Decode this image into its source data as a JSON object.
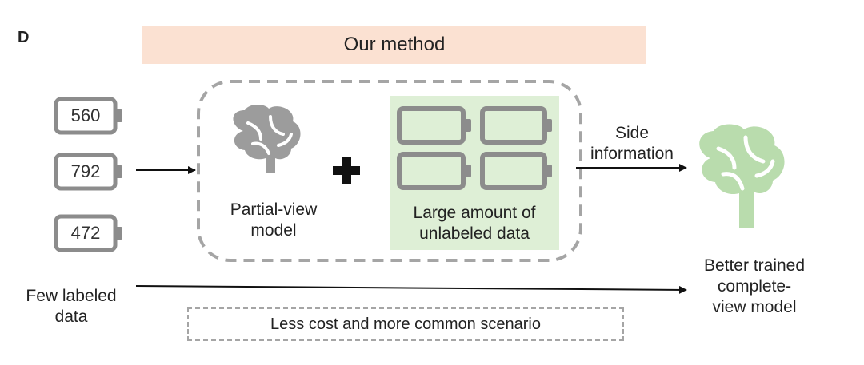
{
  "panel_label": "D",
  "banner": {
    "title": "Our method"
  },
  "labeled_batteries": [
    "560",
    "792",
    "472"
  ],
  "partial_view_model": {
    "label_line1": "Partial-view",
    "label_line2": "model"
  },
  "unlabeled_data": {
    "label_line1": "Large amount of",
    "label_line2": "unlabeled data"
  },
  "side_information": {
    "line1": "Side",
    "line2": "information"
  },
  "few_labeled": {
    "line1": "Few labeled",
    "line2": "data"
  },
  "complete_model": {
    "line1": "Better trained",
    "line2": "complete-",
    "line3": "view model"
  },
  "less_cost": "Less cost and more common scenario",
  "colors": {
    "banner_fill": "#fbe1d2",
    "unlabeled_fill": "#deefd6",
    "gray_icon": "#999999",
    "green_icon": "#b7dcaa"
  },
  "icons": [
    "battery-icon",
    "brain-icon",
    "plus-icon",
    "arrow-icon"
  ]
}
